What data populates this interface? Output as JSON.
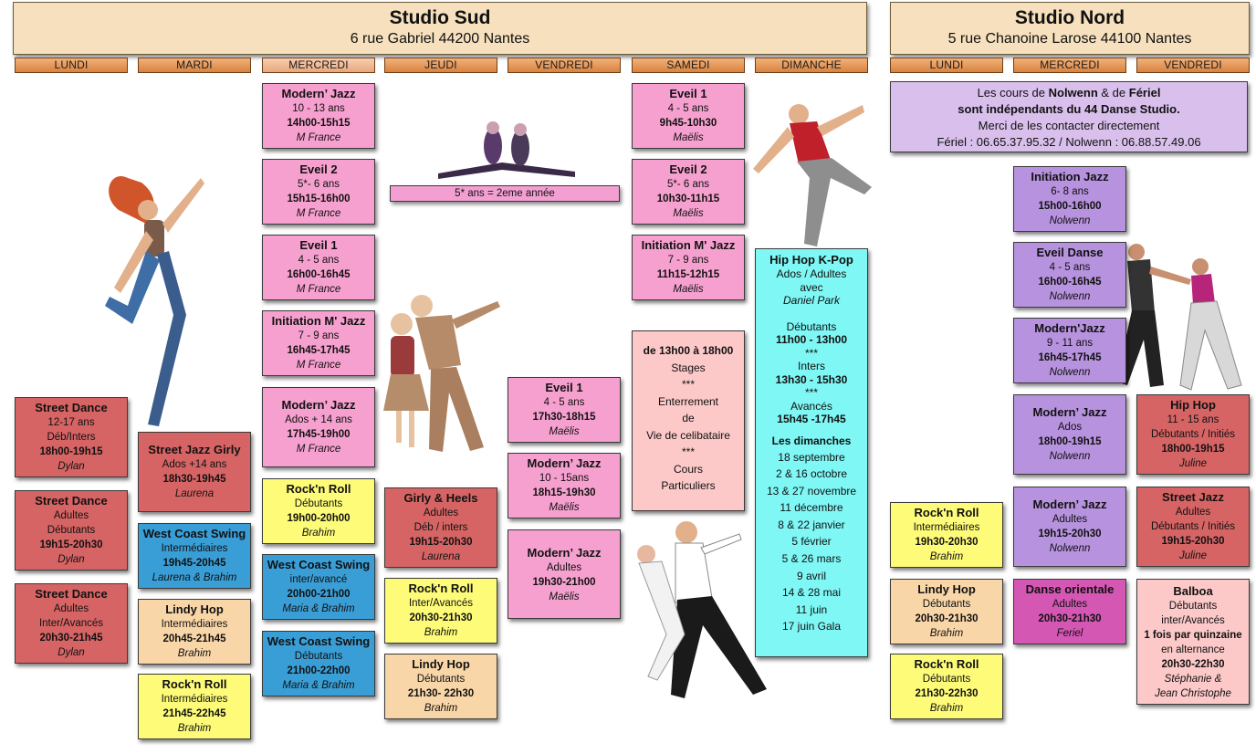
{
  "studios": {
    "sud": {
      "title": "Studio Sud",
      "address": "6 rue Gabriel 44200 Nantes"
    },
    "nord": {
      "title": "Studio Nord",
      "address": "5 rue Chanoine Larose 44100 Nantes"
    }
  },
  "days_sud": [
    "LUNDI",
    "MARDI",
    "MERCREDI",
    "JEUDI",
    "VENDREDI",
    "SAMEDI",
    "DIMANCHE"
  ],
  "days_nord": [
    "LUNDI",
    "MERCREDI",
    "VENDREDI"
  ],
  "nord_notice": {
    "line1a": "Les cours de ",
    "n1": "Nolwenn",
    "line1b": " & de ",
    "n2": "Fériel",
    "line2": "sont indépendants du 44 Danse Studio.",
    "line3": "Merci de les contacter directement",
    "line4": "Fériel : 06.65.37.95.32 / Nolwenn : 06.88.57.49.06"
  },
  "jeudi_banner": "5* ans = 2eme année",
  "cards": {
    "lun1": {
      "title": "Street Dance",
      "l1": "12-17 ans",
      "l2": "Déb/Inters",
      "time": "18h00-19h15",
      "teacher": "Dylan"
    },
    "lun2": {
      "title": "Street Dance",
      "l1": "Adultes",
      "l2": "Débutants",
      "time": "19h15-20h30",
      "teacher": "Dylan"
    },
    "lun3": {
      "title": "Street Dance",
      "l1": "Adultes",
      "l2": "Inter/Avancés",
      "time": "20h30-21h45",
      "teacher": "Dylan"
    },
    "mar1": {
      "title": "Street Jazz Girly",
      "l1": "Ados +14 ans",
      "time": "18h30-19h45",
      "teacher": "Laurena"
    },
    "mar2": {
      "title": "West Coast Swing",
      "l1": "Intermédiaires",
      "time": "19h45-20h45",
      "teacher": "Laurena & Brahim"
    },
    "mar3": {
      "title": "Lindy Hop",
      "l1": "Intermédiaires",
      "time": "20h45-21h45",
      "teacher": "Brahim"
    },
    "mar4": {
      "title": "Rock'n Roll",
      "l1": "Intermédiaires",
      "time": "21h45-22h45",
      "teacher": "Brahim"
    },
    "mer1": {
      "title": "Modern’ Jazz",
      "l1": "10 - 13 ans",
      "time": "14h00-15h15",
      "teacher": "M France"
    },
    "mer2": {
      "title": "Eveil 2",
      "l1": "5*- 6 ans",
      "time": "15h15-16h00",
      "teacher": "M France"
    },
    "mer3": {
      "title": "Eveil 1",
      "l1": "4 - 5 ans",
      "time": "16h00-16h45",
      "teacher": "M France"
    },
    "mer4": {
      "title": "Initiation M' Jazz",
      "l1": "7 - 9 ans",
      "time": "16h45-17h45",
      "teacher": "M France"
    },
    "mer5": {
      "title": "Modern’ Jazz",
      "l1": "Ados + 14 ans",
      "time": "17h45-19h00",
      "teacher": "M France"
    },
    "mer6": {
      "title": "Rock'n Roll",
      "l1": "Débutants",
      "time": "19h00-20h00",
      "teacher": "Brahim"
    },
    "mer7": {
      "title": "West Coast Swing",
      "l1": "inter/avancé",
      "time": "20h00-21h00",
      "teacher": "Maria & Brahim"
    },
    "mer8": {
      "title": "West Coast Swing",
      "l1": "Débutants",
      "time": "21h00-22h00",
      "teacher": "Maria & Brahim"
    },
    "jeu1": {
      "title": "Girly & Heels",
      "l1": "Adultes",
      "l2": "Déb / inters",
      "time": "19h15-20h30",
      "teacher": "Laurena"
    },
    "jeu2": {
      "title": "Rock'n Roll",
      "l1": "Inter/Avancés",
      "time": "20h30-21h30",
      "teacher": "Brahim"
    },
    "jeu3": {
      "title": "Lindy Hop",
      "l1": "Débutants",
      "time": "21h30- 22h30",
      "teacher": "Brahim"
    },
    "ven1": {
      "title": "Eveil 1",
      "l1": "4 - 5 ans",
      "time": "17h30-18h15",
      "teacher": "Maëlis"
    },
    "ven2": {
      "title": "Modern’ Jazz",
      "l1": "10 - 15ans",
      "time": "18h15-19h30",
      "teacher": "Maëlis"
    },
    "ven3": {
      "title": "Modern’ Jazz",
      "l1": "Adultes",
      "time": "19h30-21h00",
      "teacher": "Maëlis"
    },
    "sam1": {
      "title": "Eveil 1",
      "l1": "4 - 5 ans",
      "time": "9h45-10h30",
      "teacher": "Maëlis"
    },
    "sam2": {
      "title": "Eveil 2",
      "l1": "5*- 6 ans",
      "time": "10h30-11h15",
      "teacher": "Maëlis"
    },
    "sam3": {
      "title": "Initiation M' Jazz",
      "l1": "7 - 9 ans",
      "time": "11h15-12h15",
      "teacher": "Maëlis"
    },
    "sam4": {
      "time": "de 13h00 à 18h00",
      "lines": [
        "Stages",
        "***",
        "Enterrement",
        "de",
        "Vie de celibataire",
        "***",
        "Cours",
        "Particuliers"
      ]
    },
    "dim1": {
      "title": "Hip Hop K-Pop",
      "l1": "Ados / Adultes",
      "l2": "avec",
      "teacher": "Daniel Park",
      "lvl1": "Débutants",
      "t1": "11h00 - 13h00",
      "sep1": "***",
      "lvl2": "Inters",
      "t2": "13h30 - 15h30",
      "sep2": "***",
      "lvl3": "Avancés",
      "t3": "15h45 -17h45",
      "dates_title": "Les dimanches",
      "dates": [
        "18 septembre",
        "2 & 16 octobre",
        "13 & 27 novembre",
        "11 décembre",
        "8 & 22 janvier",
        "5 février",
        "5 & 26 mars",
        "9 avril",
        "14 & 28 mai",
        "11 juin",
        "17 juin Gala"
      ]
    },
    "nlun1": {
      "title": "Rock'n Roll",
      "l1": "Intermédiaires",
      "time": "19h30-20h30",
      "teacher": "Brahim"
    },
    "nlun2": {
      "title": "Lindy Hop",
      "l1": "Débutants",
      "time": "20h30-21h30",
      "teacher": "Brahim"
    },
    "nlun3": {
      "title": "Rock'n Roll",
      "l1": "Débutants",
      "time": "21h30-22h30",
      "teacher": "Brahim"
    },
    "nmer1": {
      "title": "Initiation Jazz",
      "l1": "6- 8 ans",
      "time": "15h00-16h00",
      "teacher": "Nolwenn"
    },
    "nmer2": {
      "title": "Eveil Danse",
      "l1": "4 - 5 ans",
      "time": "16h00-16h45",
      "teacher": "Nolwenn"
    },
    "nmer3": {
      "title": "Modern'Jazz",
      "l1": "9 - 11 ans",
      "time": "16h45-17h45",
      "teacher": "Nolwenn"
    },
    "nmer4": {
      "title": "Modern’ Jazz",
      "l1": "Ados",
      "time": "18h00-19h15",
      "teacher": "Nolwenn"
    },
    "nmer5": {
      "title": "Modern’ Jazz",
      "l1": "Adultes",
      "time": "19h15-20h30",
      "teacher": "Nolwenn"
    },
    "nmer6": {
      "title": "Danse orientale",
      "l1": "Adultes",
      "time": "20h30-21h30",
      "teacher": "Feriel"
    },
    "nven1": {
      "title": "Hip Hop",
      "l1": "11 - 15 ans",
      "l2": "Débutants / Initiés",
      "time": "18h00-19h15",
      "teacher": "Juline"
    },
    "nven2": {
      "title": "Street Jazz",
      "l1": "Adultes",
      "l2": "Débutants / Initiés",
      "time": "19h15-20h30",
      "teacher": "Juline"
    },
    "nven3": {
      "title": "Balboa",
      "l1": "Débutants",
      "l2": "inter/Avancés",
      "l3": "1 fois par quinzaine",
      "l4": "en alternance",
      "time": "20h30-22h30",
      "teacher": "Stéphanie &",
      "teacher2": "Jean Christophe"
    }
  },
  "colors": {
    "street": "#d66464",
    "jazz": "#f6a0cf",
    "rock": "#fdfb78",
    "wcs": "#3a9ed6",
    "lindy": "#f9d6a8",
    "kpop": "#7ef7f5",
    "nolwenn": "#b792de",
    "feriel": "#d457b4",
    "header": "#f6e0bd",
    "day": "#e49552"
  }
}
